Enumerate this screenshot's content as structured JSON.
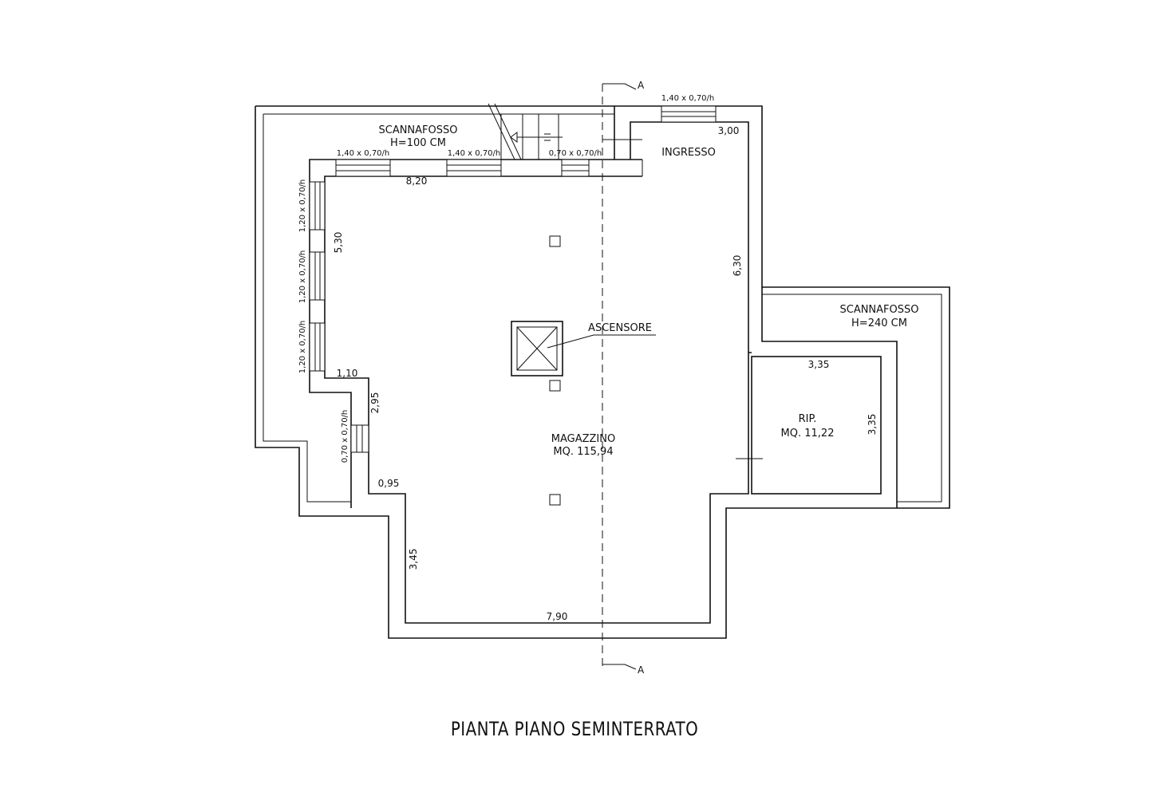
{
  "title": "PIANTA PIANO SEMINTERRATO",
  "rooms": {
    "magazzino": {
      "name": "MAGAZZINO",
      "area": "MQ. 115,94"
    },
    "ripostiglio": {
      "name": "RIP.",
      "area": "MQ. 11,22"
    },
    "ingresso": {
      "name": "INGRESSO"
    },
    "ascensore": {
      "name": "ASCENSORE"
    },
    "scannafosso_top": {
      "name": "SCANNAFOSSO",
      "height": "H=100 CM"
    },
    "scannafosso_right": {
      "name": "SCANNAFOSSO",
      "height": "H=240 CM"
    }
  },
  "dimensions": {
    "d820": "8,20",
    "d300": "3,00",
    "d530": "5,30",
    "d630": "6,30",
    "d110": "1,10",
    "d295": "2,95",
    "d095": "0,95",
    "d345": "3,45",
    "d790": "7,90",
    "rip_w": "3,35",
    "rip_h": "3,35"
  },
  "windows": {
    "top_1": "1,40 x 0,70/h",
    "top_2": "1,40 x 0,70/h",
    "top_3": "0,70 x 0,70/h",
    "ingresso": "1,40 x 0,70/h",
    "left_1": "1,20 x 0,70/h",
    "left_2": "1,20 x 0,70/h",
    "left_3": "1,20 x 0,70/h",
    "left_small": "0,70 x 0,70/h"
  },
  "section_marks": {
    "top": "A",
    "bottom": "A"
  }
}
